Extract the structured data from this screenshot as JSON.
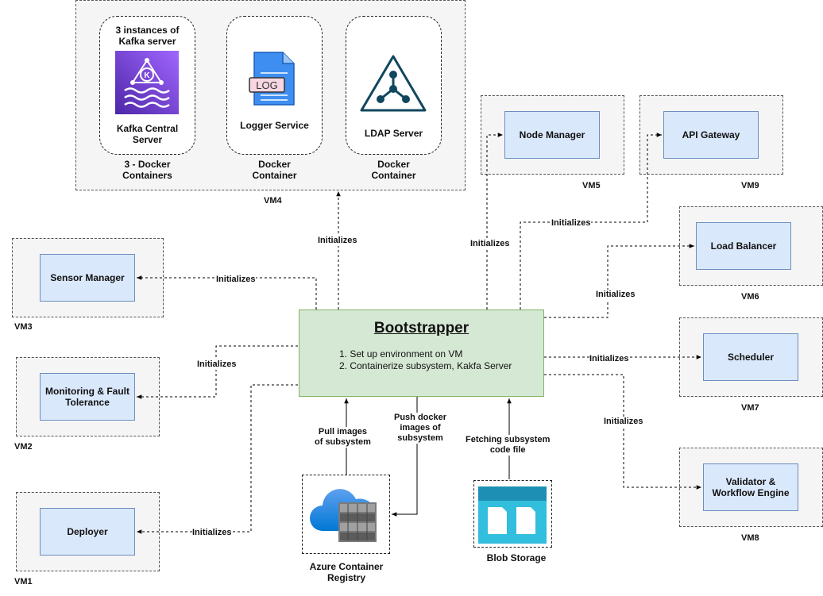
{
  "bootstrapper": {
    "title": "Bootstrapper",
    "steps": [
      "1. Set up environment on VM",
      "2. Containerize subsystem, Kakfa Server"
    ]
  },
  "vm4": {
    "label": "VM4",
    "kafka": {
      "top": "3 instances of\nKafka server",
      "name": "Kafka Central\nServer",
      "caption": "3 - Docker\nContainers",
      "icon": "kafka-icon"
    },
    "logger": {
      "name": "Logger Service",
      "caption": "Docker\nContainer",
      "icon_text": "LOG"
    },
    "ldap": {
      "name": "LDAP Server",
      "caption": "Docker\nContainer",
      "icon": "ldap-icon"
    }
  },
  "vms": {
    "vm1": {
      "label": "VM1",
      "service": "Deployer"
    },
    "vm2": {
      "label": "VM2",
      "service": "Monitoring & Fault\nTolerance"
    },
    "vm3": {
      "label": "VM3",
      "service": "Sensor Manager"
    },
    "vm5": {
      "label": "VM5",
      "service": "Node Manager"
    },
    "vm6": {
      "label": "VM6",
      "service": "Load Balancer"
    },
    "vm7": {
      "label": "VM7",
      "service": "Scheduler"
    },
    "vm8": {
      "label": "VM8",
      "service": "Validator &\nWorkflow Engine"
    },
    "vm9": {
      "label": "VM9",
      "service": "API Gateway"
    }
  },
  "registry": {
    "label": "Azure Container\nRegistry",
    "icon": "azure-container-registry-icon"
  },
  "blob": {
    "label": "Blob Storage",
    "icon": "blob-storage-icon"
  },
  "edges": {
    "initializes": "Initializes",
    "pull": "Pull images\nof subsystem",
    "push": "Push docker\nimages of\nsubsystem",
    "fetch": "Fetching subsystem\ncode file"
  },
  "colors": {
    "service_fill": "#dae8fc",
    "service_border": "#6c8ebf",
    "boot_fill": "#d5e8d4",
    "boot_border": "#82b366",
    "vm_fill": "#f5f5f5"
  }
}
